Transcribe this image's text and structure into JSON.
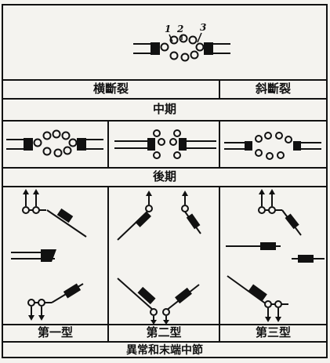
{
  "header": {
    "labels": [
      "1",
      "2",
      "3"
    ]
  },
  "sections": {
    "transverse": "横斷裂",
    "oblique": "斜斷裂",
    "metaphase": "中期",
    "anaphase": "後期"
  },
  "types": {
    "type1": "第一型",
    "type2": "第二型",
    "type3": "第三型"
  },
  "caption": "異常和末端中節",
  "colors": {
    "paper": "#f4f3ef",
    "ink": "#111111"
  }
}
